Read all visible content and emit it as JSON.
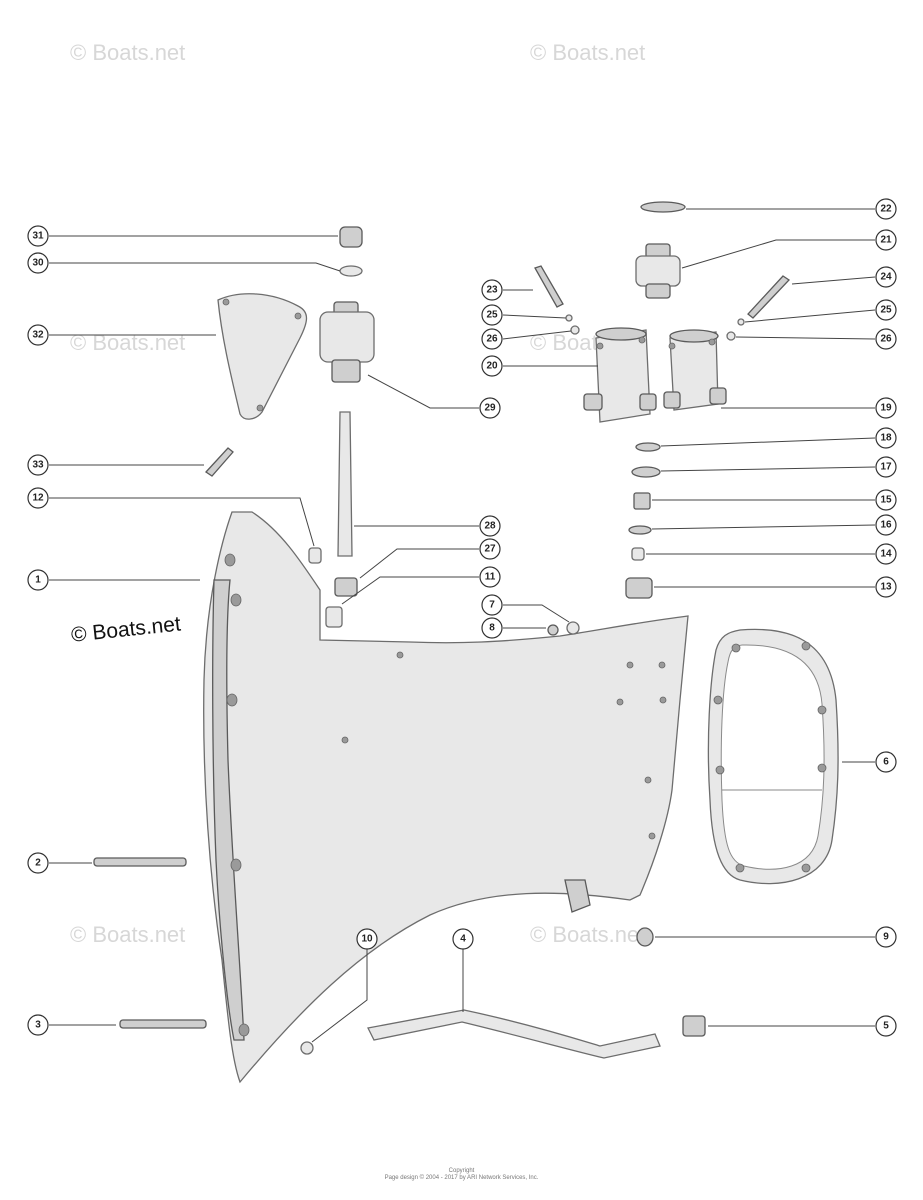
{
  "watermarks": {
    "faint": "© Boats.net",
    "main": "© Boats.net"
  },
  "footer": {
    "line1": "Copyright",
    "line2": "Page design © 2004 - 2017 by ARI Network Services, Inc."
  },
  "callouts": {
    "c1": "1",
    "c2": "2",
    "c3": "3",
    "c4": "4",
    "c5": "5",
    "c6": "6",
    "c7": "7",
    "c8": "8",
    "c9": "9",
    "c10": "10",
    "c11": "11",
    "c12": "12",
    "c13": "13",
    "c14": "14",
    "c15": "15",
    "c16": "16",
    "c17": "17",
    "c18": "18",
    "c19": "19",
    "c20": "20",
    "c21": "21",
    "c22": "22",
    "c23": "23",
    "c24": "24",
    "c25a": "25",
    "c25b": "25",
    "c26a": "26",
    "c26b": "26",
    "c27": "27",
    "c28": "28",
    "c29": "29",
    "c30": "30",
    "c31": "31",
    "c32": "32",
    "c33": "33"
  }
}
